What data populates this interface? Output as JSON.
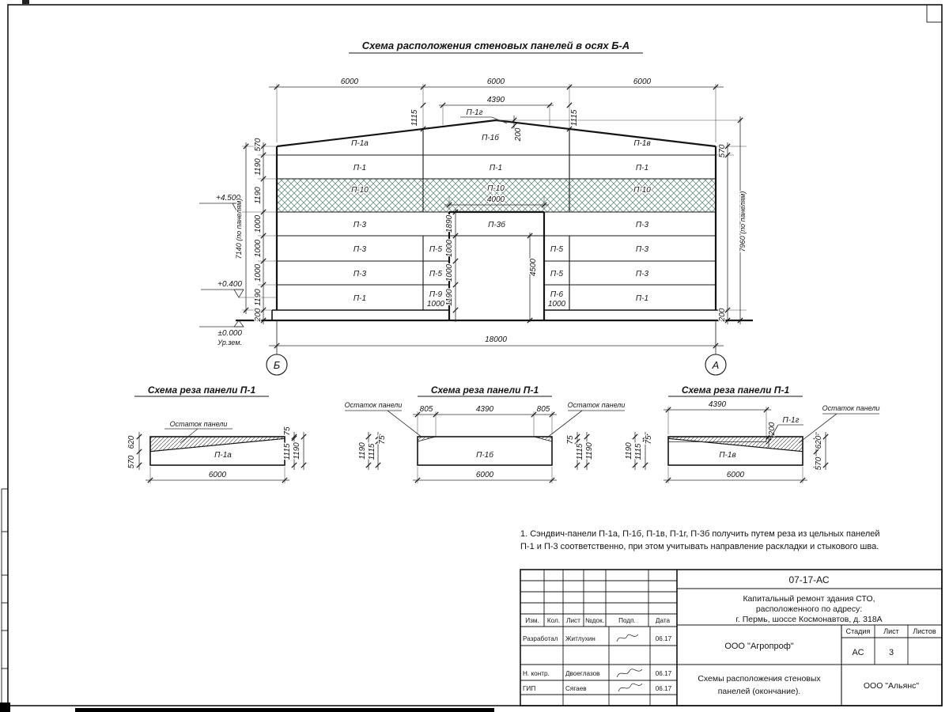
{
  "colors": {
    "line": "#141414",
    "hatch_band": "#6d8e7f",
    "remnant_hatch": "#555555"
  },
  "drawing_title": "Схема расположения стеновых панелей в осях Б-А",
  "cut_scheme_title": "Схема реза панели П-1",
  "labels": {
    "p1": "П-1",
    "p1a": "П-1а",
    "p1b": "П-1б",
    "p1v": "П-1в",
    "p1g": "П-1г",
    "p3": "П-3",
    "p3b": "П-3б",
    "p5": "П-5",
    "p6": "П-6",
    "p9": "П-9",
    "p10": "П-10",
    "d6000": "6000",
    "d4390": "4390",
    "d4000": "4000",
    "d4500": "4500",
    "d18000": "18000",
    "d1115": "1115",
    "d1190": "1190",
    "d1000": "1000",
    "d1890": "1890",
    "d570": "570",
    "d620": "620",
    "d200": "200",
    "d75": "75",
    "d805": "805",
    "d7140": "7140 (по панелям)",
    "d7960": "7960 (по панелям)",
    "ostatok": "Остаток панели"
  },
  "axes": {
    "left": "Б",
    "right": "А"
  },
  "levels": {
    "l1": "+4.500",
    "l2": "+0.400",
    "l3": "±0.000",
    "ground": "Ур.зем."
  },
  "note": {
    "line1": "1. Сэндвич-панели П-1а, П-1б, П-1в, П-1г, П-3б получить путем реза из цельных панелей",
    "line2": "П-1 и П-3 соответственно, при этом учитывать направление раскладки и стыкового шва."
  },
  "title_block": {
    "doc_number": "07-17-АС",
    "project_line1": "Капитальный ремонт здания СТО,",
    "project_line2": "расположенного по адресу:",
    "project_line3": "г. Пермь, шоссе Космонавтов, д. 318А",
    "col_izm": "Изм.",
    "col_kol": "Кол.",
    "col_list": "Лист",
    "col_ndok": "№док.",
    "col_podp": "Подп.",
    "col_data": "Дата",
    "row1_role": "Разработал",
    "row1_name": "Житлухин",
    "row1_date": "06.17",
    "row2_role": "Н. контр.",
    "row2_name": "Двоеглазов",
    "row2_date": "06.17",
    "row3_role": "ГИП",
    "row3_name": "Сягаев",
    "row3_date": "06.17",
    "org1": "ООО \"Агропроф\"",
    "stage_label": "Стадия",
    "list_label": "Лист",
    "listov_label": "Листов",
    "stage": "АС",
    "list_no": "3",
    "title_line1": "Схемы расположения стеновых",
    "title_line2": "панелей (окончание).",
    "org2": "ООО \"Альянс\""
  }
}
